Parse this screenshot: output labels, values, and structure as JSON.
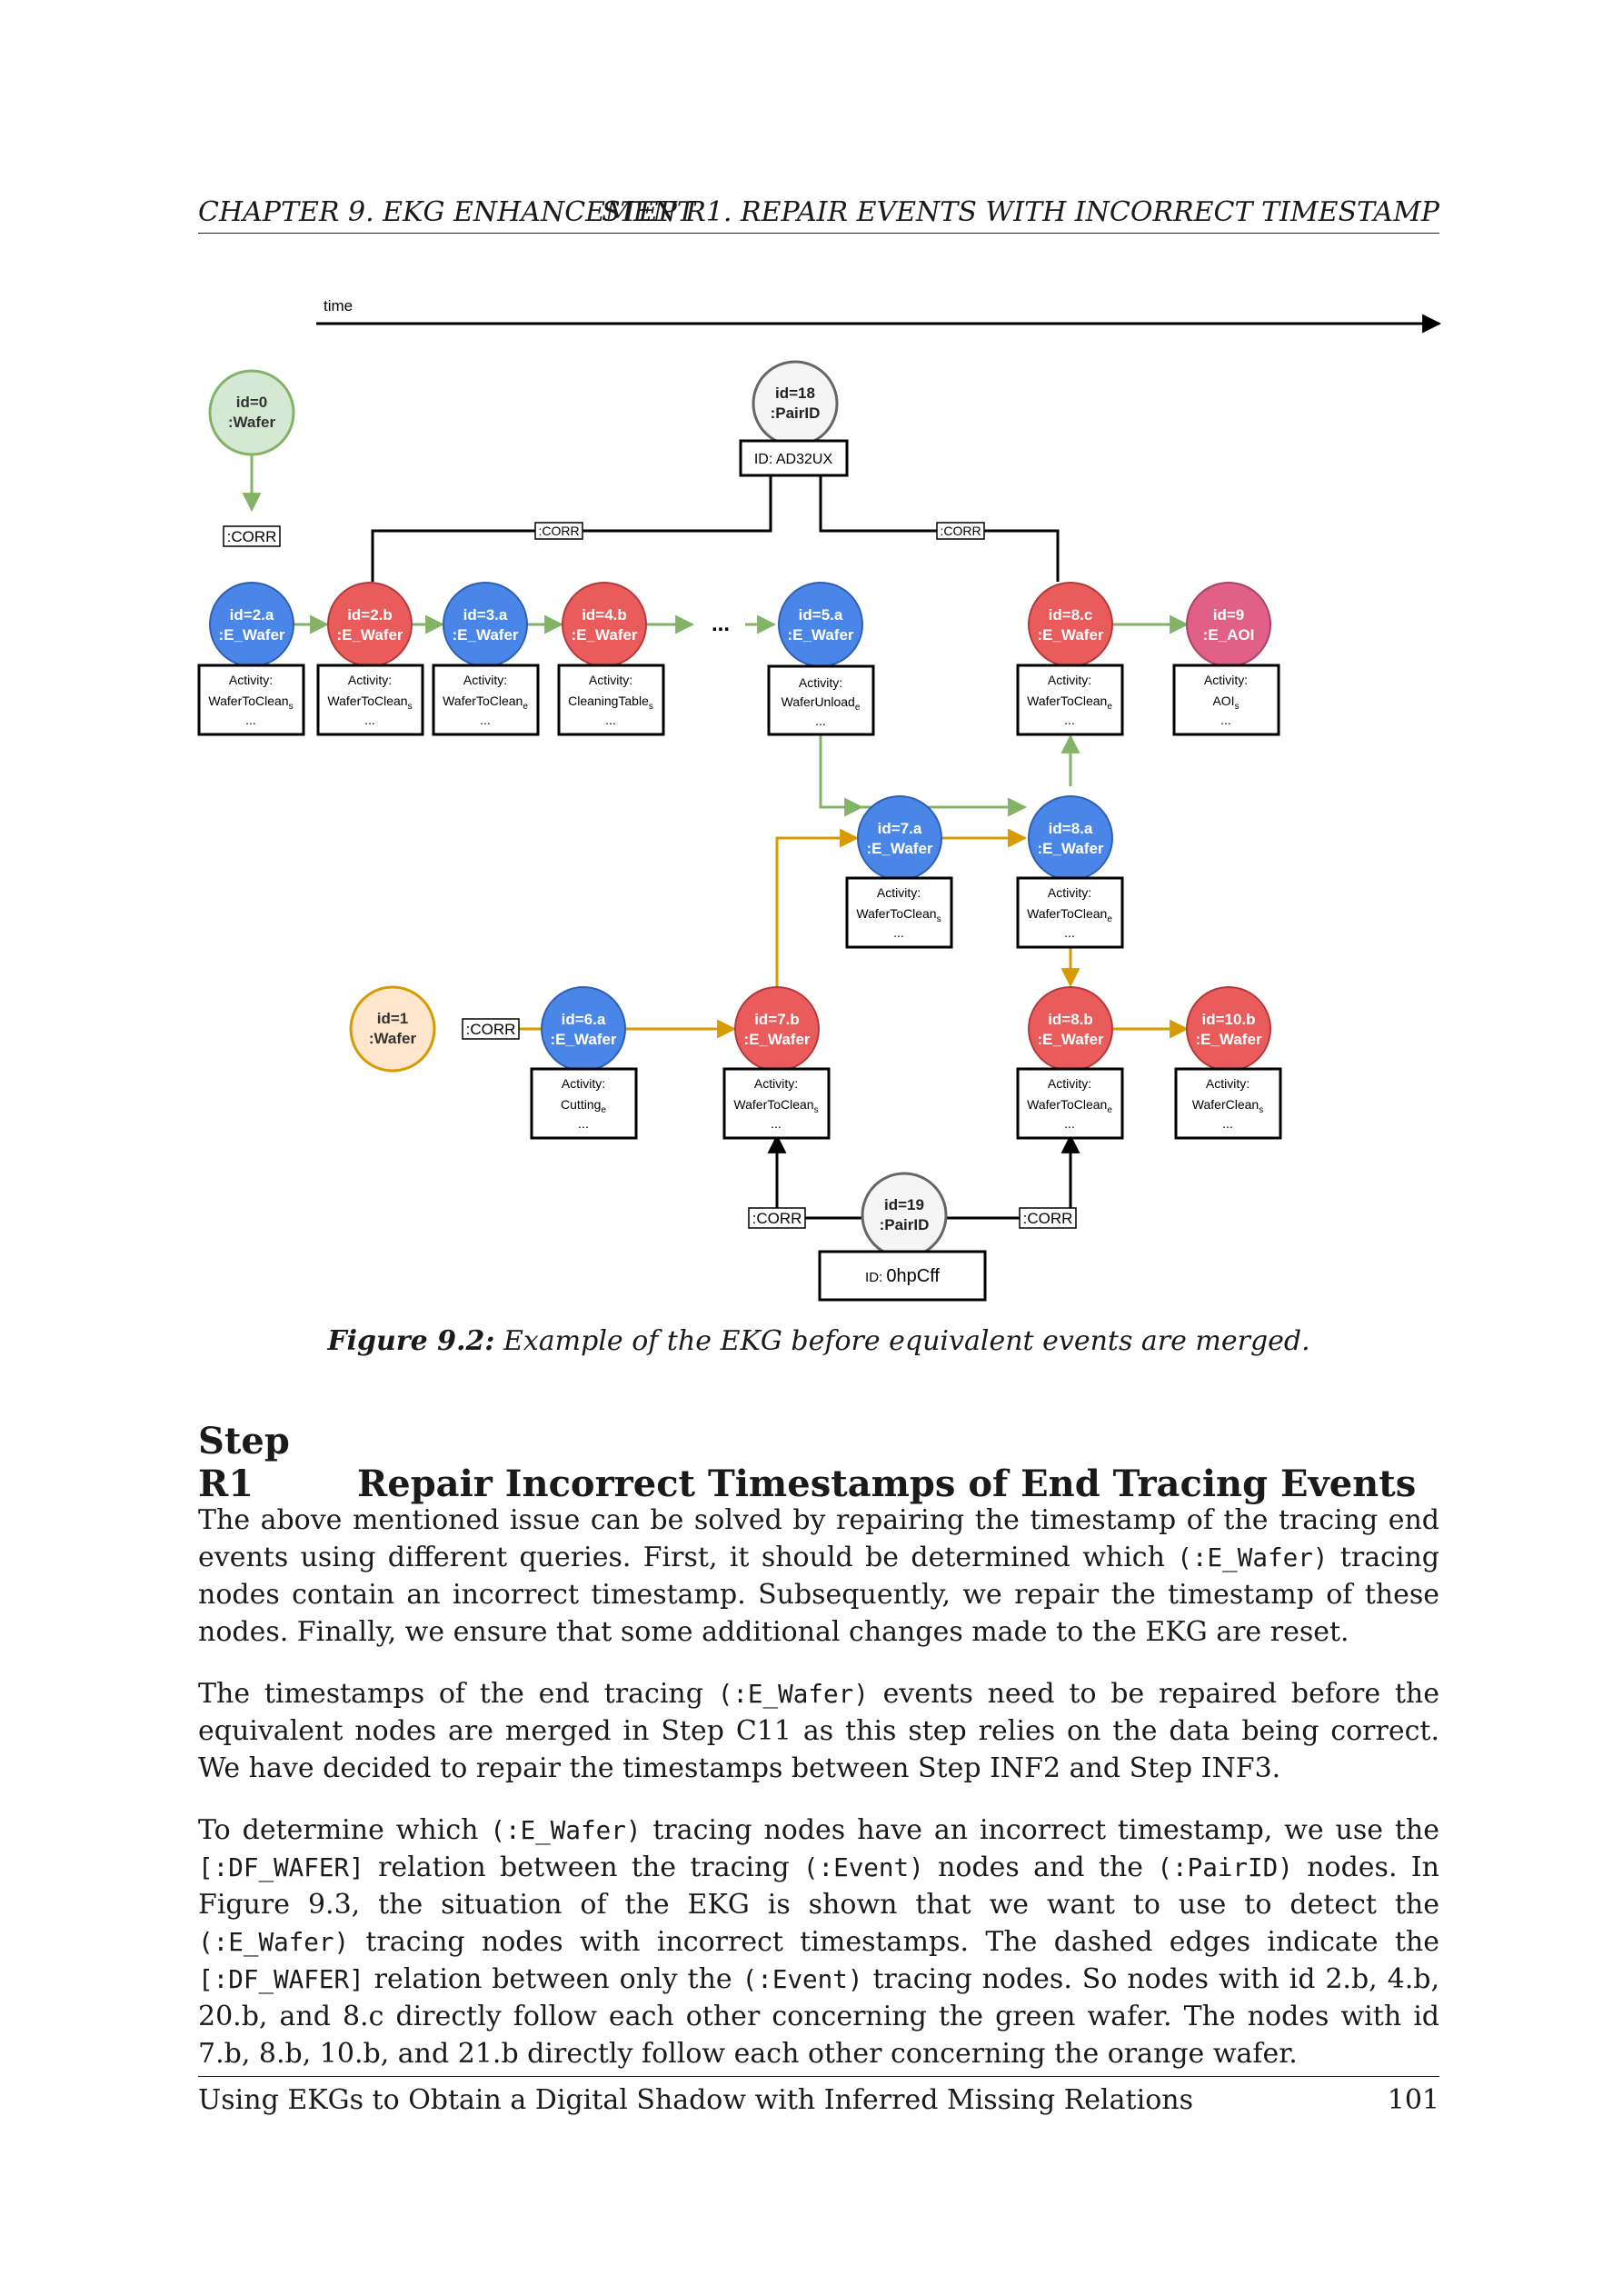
{
  "header": {
    "left": "CHAPTER 9.  EKG ENHANCEMENT",
    "right": "STEP R1.  REPAIR EVENTS WITH INCORRECT TIMESTAMP"
  },
  "figure": {
    "time_label": "time",
    "corr_label": ":CORR",
    "ellipsis": "...",
    "nodes": {
      "n0": {
        "id": "id=0",
        "type": ":Wafer"
      },
      "n2a": {
        "id": "id=2.a",
        "type": ":E_Wafer",
        "activity": "Activity:",
        "act": "WaferToClean",
        "sub": "s",
        "more": "..."
      },
      "n2b": {
        "id": "id=2.b",
        "type": ":E_Wafer",
        "activity": "Activity:",
        "act": "WaferToClean",
        "sub": "s",
        "more": "..."
      },
      "n3a": {
        "id": "id=3.a",
        "type": ":E_Wafer",
        "activity": "Activity:",
        "act": "WaferToClean",
        "sub": "e",
        "more": "..."
      },
      "n4b": {
        "id": "id=4.b",
        "type": ":E_Wafer",
        "activity": "Activity:",
        "act": "CleaningTable",
        "sub": "s",
        "more": "..."
      },
      "n5a": {
        "id": "id=5.a",
        "type": ":E_Wafer",
        "activity": "Activity:",
        "act": "WaferUnload",
        "sub": "e",
        "more": "..."
      },
      "n8c": {
        "id": "id=8.c",
        "type": ":E_Wafer",
        "activity": "Activity:",
        "act": "WaferToClean",
        "sub": "e",
        "more": "..."
      },
      "n9": {
        "id": "id=9",
        "type": ":E_AOI",
        "activity": "Activity:",
        "act": "AOI",
        "sub": "s",
        "more": "..."
      },
      "n18": {
        "id": "id=18",
        "type": ":PairID",
        "prop": "ID: AD32UX"
      },
      "n7a": {
        "id": "id=7.a",
        "type": ":E_Wafer",
        "activity": "Activity:",
        "act": "WaferToClean",
        "sub": "s",
        "more": "..."
      },
      "n8a": {
        "id": "id=8.a",
        "type": ":E_Wafer",
        "activity": "Activity:",
        "act": "WaferToClean",
        "sub": "e",
        "more": "..."
      },
      "n1": {
        "id": "id=1",
        "type": ":Wafer"
      },
      "n6a": {
        "id": "id=6.a",
        "type": ":E_Wafer",
        "activity": "Activity:",
        "act": "Cutting",
        "sub": "e",
        "more": "..."
      },
      "n7b": {
        "id": "id=7.b",
        "type": ":E_Wafer",
        "activity": "Activity:",
        "act": "WaferToClean",
        "sub": "s",
        "more": "..."
      },
      "n8b": {
        "id": "id=8.b",
        "type": ":E_Wafer",
        "activity": "Activity:",
        "act": "WaferToClean",
        "sub": "e",
        "more": "..."
      },
      "n10b": {
        "id": "id=10.b",
        "type": ":E_Wafer",
        "activity": "Activity:",
        "act": "WaferClean",
        "sub": "s",
        "more": "..."
      },
      "n19": {
        "id": "id=19",
        "type": ":PairID",
        "prop_prefix": "ID: ",
        "prop_value": "0hpCff"
      }
    },
    "colors": {
      "green_stroke": "#82b366",
      "green_fill": "#d5e8d4",
      "orange_stroke": "#d79b00",
      "orange_fill": "#ffe6cc",
      "blue_fill": "#4a86e8",
      "red_fill": "#ea5b5b",
      "pink_fill": "#e06088",
      "gray_fill": "#f5f5f5",
      "black": "#000000"
    }
  },
  "caption": {
    "label": "Figure 9.2:",
    "text": " Example of the EKG before equivalent events are merged."
  },
  "section": {
    "number": "Step R1",
    "title": "Repair Incorrect Timestamps of End Tracing Events"
  },
  "paragraphs": {
    "p1": {
      "a": "The above mentioned issue can be solved by repairing the timestamp of the tracing end events using different queries.  First, it should be determined which ",
      "c1": "(:E_Wafer)",
      "b": " tracing nodes contain an incorrect timestamp. Subsequently, we repair the timestamp of these nodes. Finally, we ensure that some additional changes made to the EKG are reset."
    },
    "p2": {
      "a": "The timestamps of the end tracing ",
      "c1": "(:E_Wafer)",
      "b": " events need to be repaired before the equivalent nodes are merged in Step C11 as this step relies on the data being correct.  We have decided to repair the timestamps between Step INF2 and Step INF3."
    },
    "p3": {
      "a": "To determine which ",
      "c1": "(:E_Wafer)",
      "b": " tracing nodes have an incorrect timestamp, we use the ",
      "c2": "[:DF_WAFER]",
      "c": " relation between the tracing ",
      "c3": "(:Event)",
      "d": " nodes and the ",
      "c4": "(:PairID)",
      "e": " nodes.  In Figure 9.3, the situation of the EKG is shown that we want to use to detect the ",
      "c5": "(:E_Wafer)",
      "f": " tracing nodes with incorrect timestamps. The dashed edges indicate the ",
      "c6": "[:DF_WAFER]",
      "g": " relation between only the ",
      "c7": "(:Event)",
      "h": " tracing nodes. So nodes with id 2.b, 4.b, 20.b, and 8.c directly follow each other concerning the green wafer. The nodes with id 7.b, 8.b, 10.b, and 21.b directly follow each other concerning the orange wafer."
    }
  },
  "footer": {
    "left": "Using EKGs to Obtain a Digital Shadow with Inferred Missing Relations",
    "page": "101"
  }
}
